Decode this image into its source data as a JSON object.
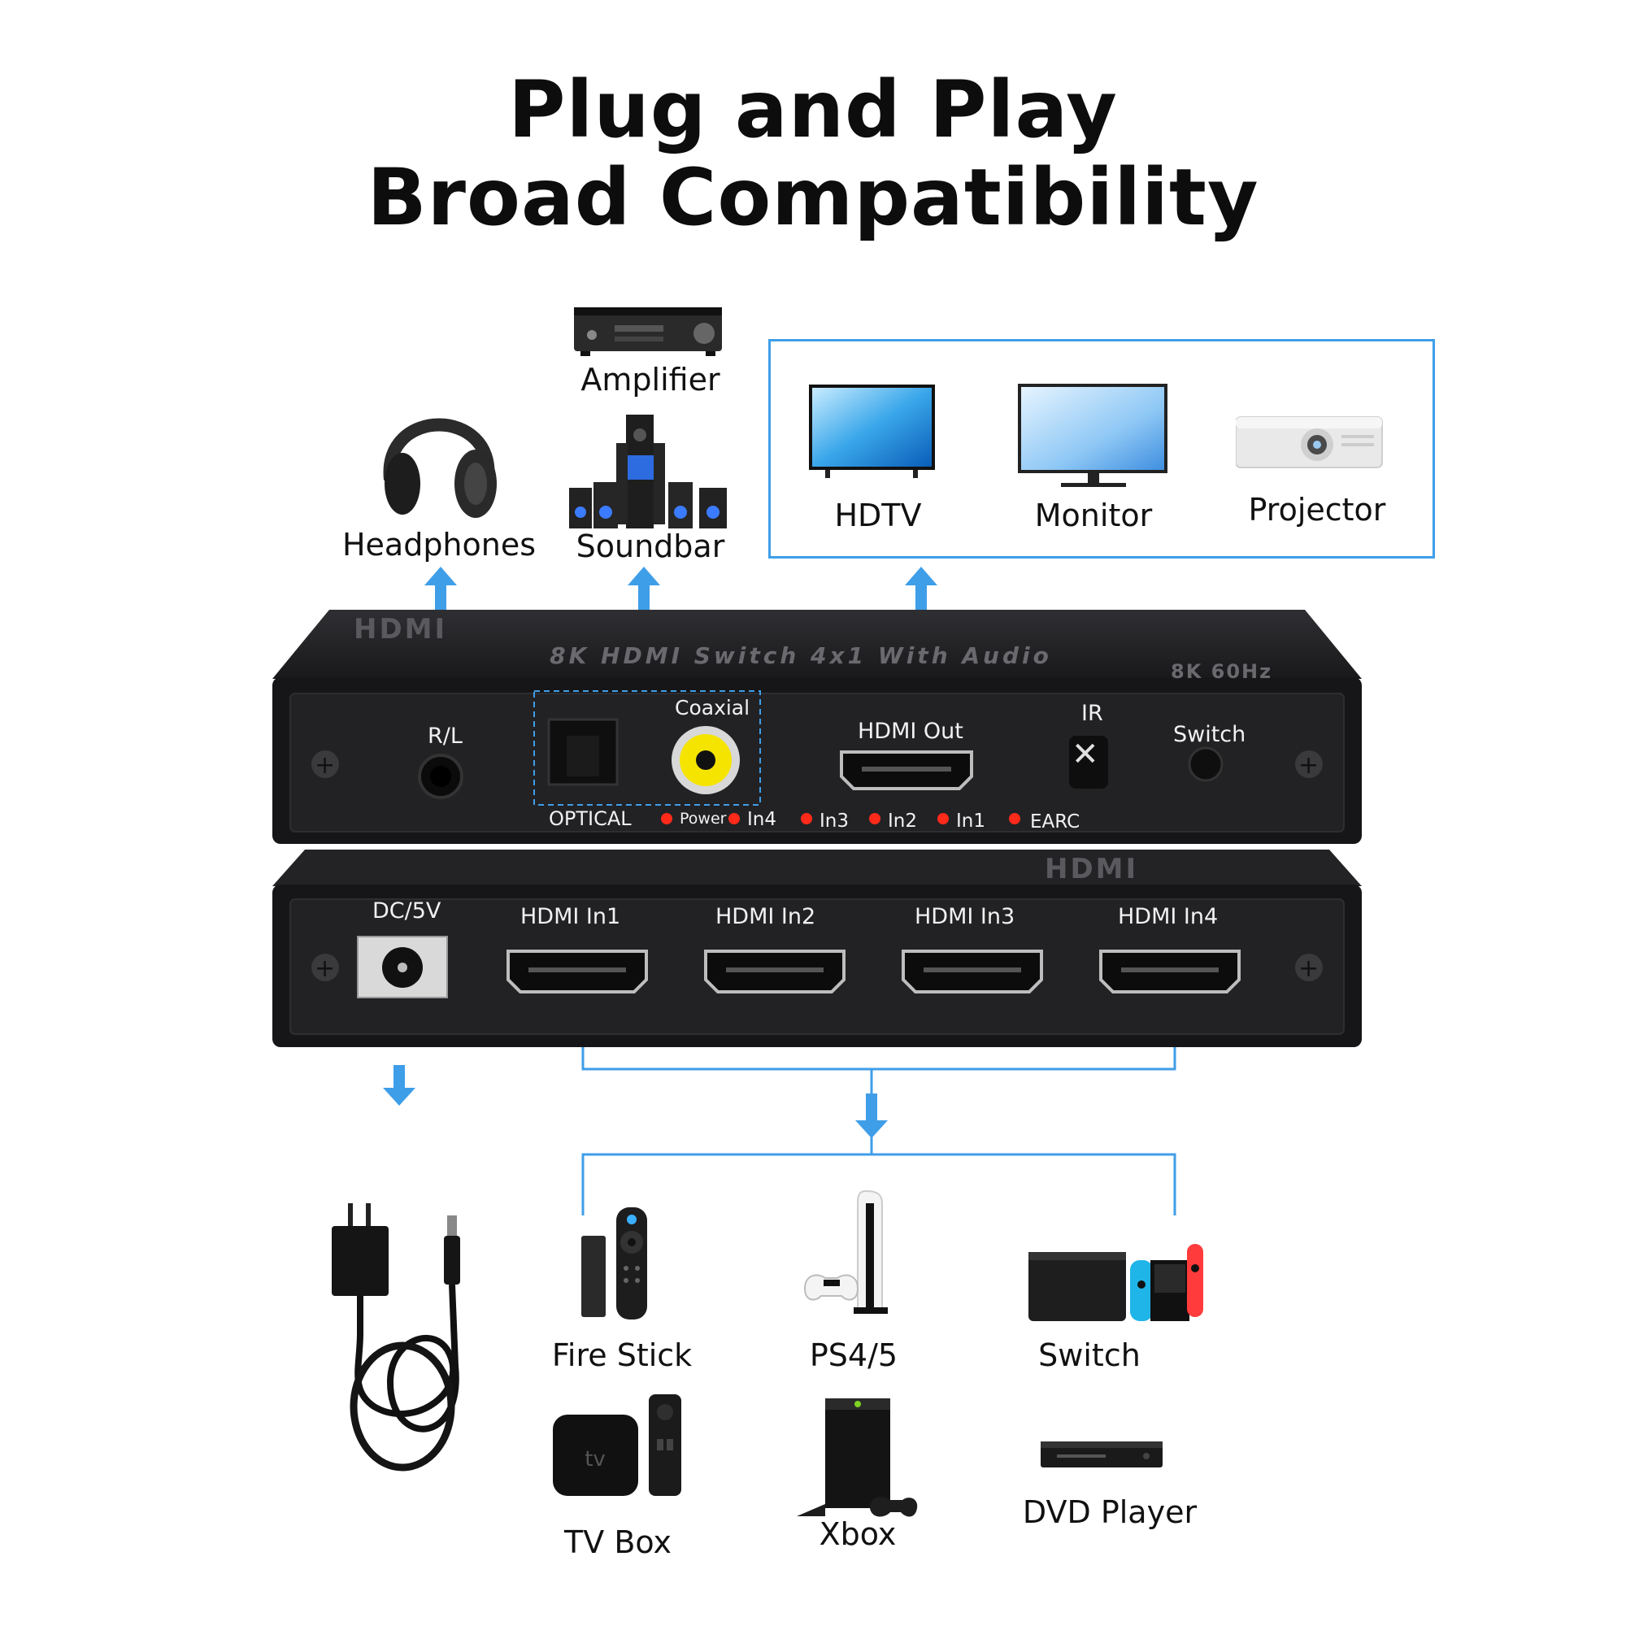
{
  "title": {
    "line1": "Plug and Play",
    "line2": "Broad Compatibility"
  },
  "outputs": {
    "headphones": "Headphones",
    "amplifier": "Amplifier",
    "soundbar": "Soundbar",
    "hdtv": "HDTV",
    "monitor": "Monitor",
    "projector": "Projector"
  },
  "device": {
    "top_text": "8K HDMI Switch 4x1 With Audio",
    "spec_text": "8K 60Hz",
    "front": {
      "rl": "R/L",
      "coaxial": "Coaxial",
      "optical": "OPTICAL",
      "hdmi_out": "HDMI Out",
      "ir": "IR",
      "switch": "Switch",
      "leds": [
        "Power",
        "In4",
        "In3",
        "In2",
        "In1",
        "EARC"
      ]
    },
    "back": {
      "dc": "DC/5V",
      "inputs": [
        "HDMI In1",
        "HDMI In2",
        "HDMI In3",
        "HDMI In4"
      ]
    }
  },
  "sources": {
    "fire_stick": "Fire Stick",
    "ps": "PS4/5",
    "switch": "Switch",
    "tv_box": "TV Box",
    "xbox": "Xbox",
    "dvd": "DVD Player"
  },
  "colors": {
    "accent": "#3f9ee8",
    "device": "#1c1c1e",
    "led": "#ff2a1a"
  }
}
